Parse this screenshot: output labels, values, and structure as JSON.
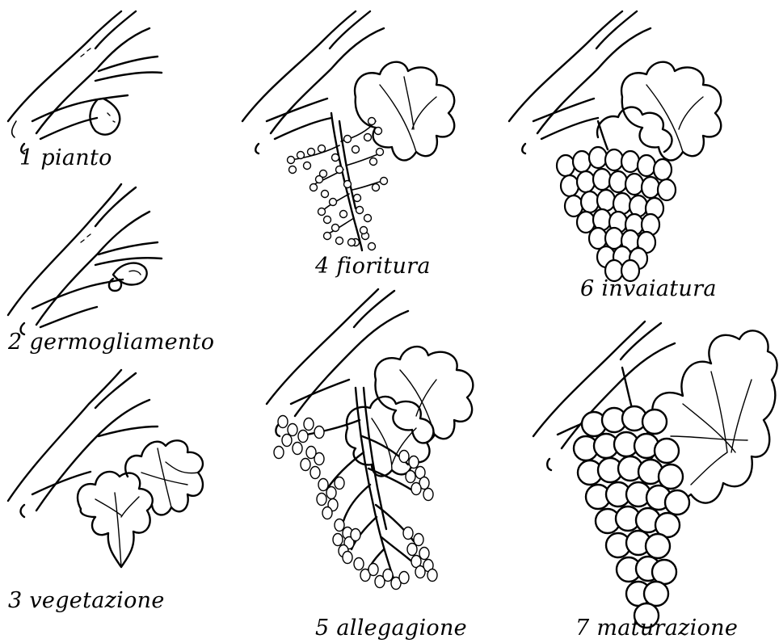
{
  "stages": [
    {
      "number": "1",
      "name": "pianto"
    },
    {
      "number": "2",
      "name": "germogliamento"
    },
    {
      "number": "3",
      "name": "vegetazione"
    },
    {
      "number": "4",
      "name": "fioritura"
    },
    {
      "number": "5",
      "name": "allegagione"
    },
    {
      "number": "6",
      "name": "invaiatura"
    },
    {
      "number": "7",
      "name": "maturazione"
    }
  ],
  "colors": {
    "ink": "#000000",
    "background": "#ffffff"
  }
}
